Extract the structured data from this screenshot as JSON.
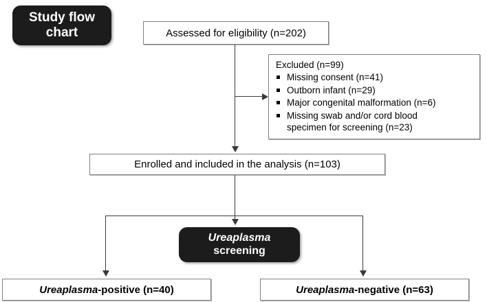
{
  "figure": {
    "badge_title_line1": "Study flow",
    "badge_title_line2": "chart"
  },
  "nodes": {
    "assessed": {
      "label": "Assessed for eligibility (n=202)"
    },
    "excluded": {
      "heading": "Excluded  (n=99)",
      "items": [
        "Missing consent (n=41)",
        "Outborn infant (n=29)",
        "Major congenital malformation (n=6)",
        "Missing swab and/or cord blood\nspecimen for screening (n=23)"
      ]
    },
    "enrolled": {
      "label": "Enrolled and included in the analysis  (n=103)"
    },
    "screening": {
      "line1": "Ureaplasma",
      "line2": "screening"
    },
    "positive": {
      "organism": "Ureaplasma",
      "label": "-positive (n=40)"
    },
    "negative": {
      "organism": "Ureaplasma",
      "label": "-negative (n=63)"
    }
  },
  "colors": {
    "badge_background": "#1c1c1c",
    "badge_text": "#ffffff",
    "box_border": "#808080",
    "connector": "#3a3a3a",
    "page_background": "#ffffff"
  }
}
